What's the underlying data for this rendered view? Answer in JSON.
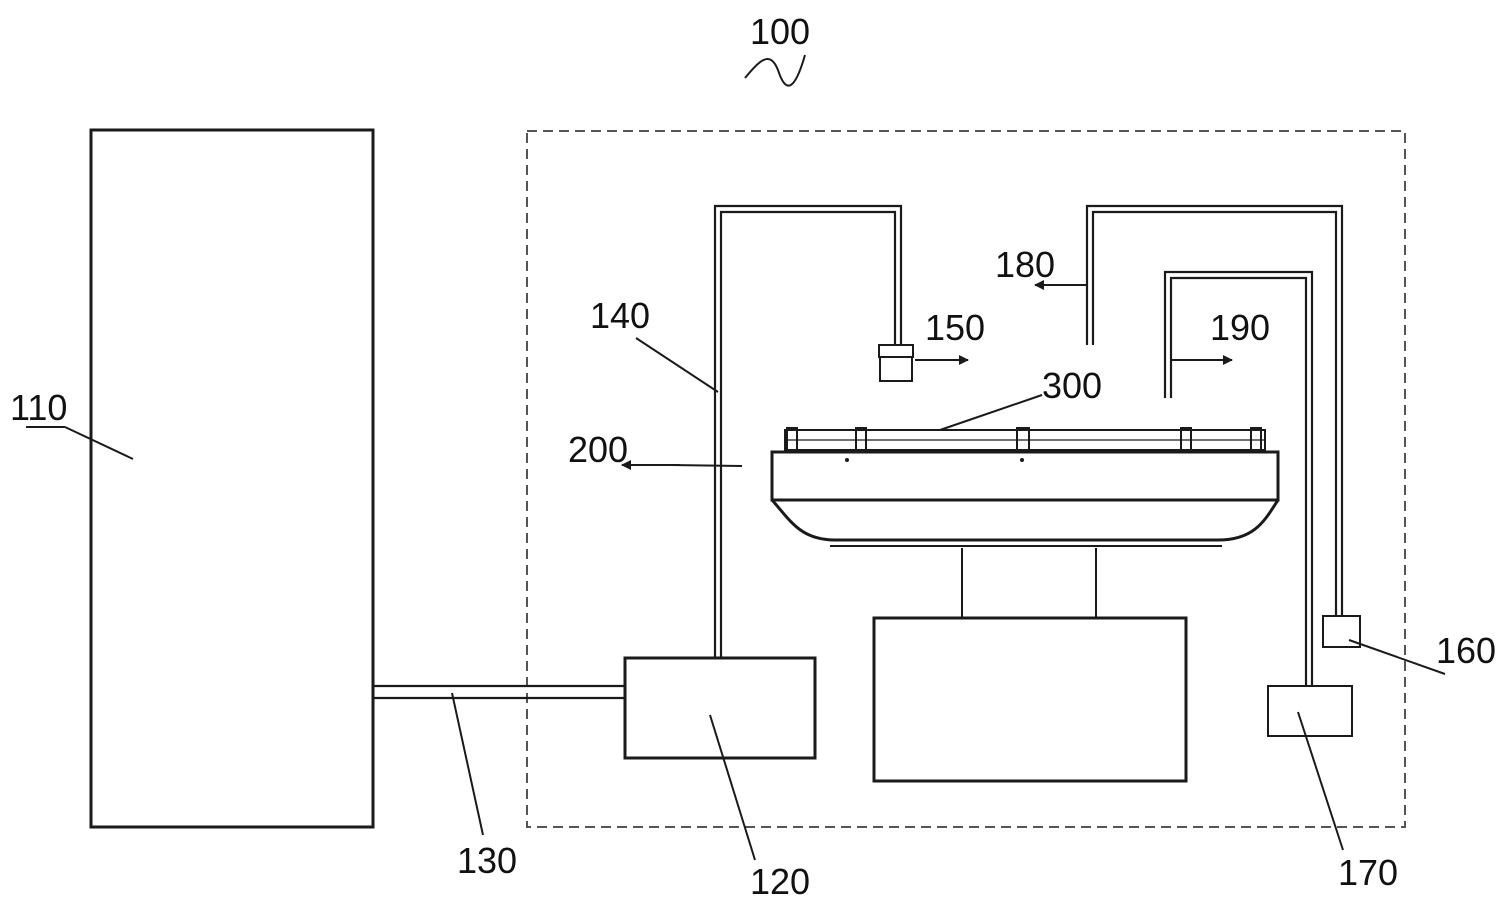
{
  "labels": {
    "system": "100",
    "cabinet": "110",
    "unit_120": "120",
    "line_130": "130",
    "pipe_140": "140",
    "nozzle_150": "150",
    "sensor_160": "160",
    "unit_170": "170",
    "pipe_180": "180",
    "pipe_190": "190",
    "part_200": "200",
    "part_300": "300"
  }
}
